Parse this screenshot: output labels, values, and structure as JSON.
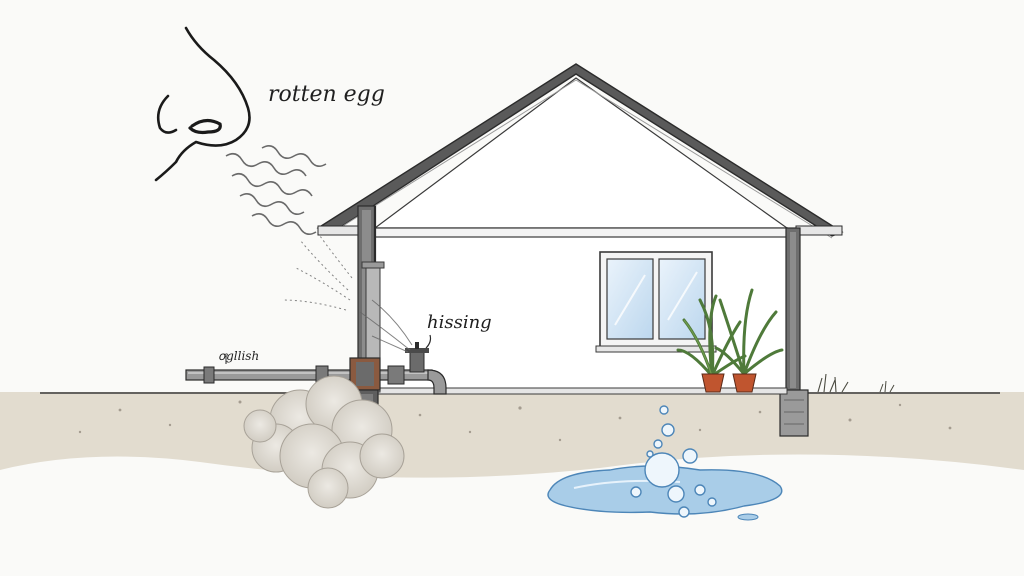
{
  "labels": {
    "smell": "rotten egg",
    "sound": "hissing",
    "pipe_note": "ꝍgllish"
  },
  "colors": {
    "ink": "#2b2b2b",
    "wall": "#ffffff",
    "soil": "#c9bfae",
    "water": "#a9cde8",
    "leaf": "#4f7a3a",
    "pot": "#c0552f",
    "cloud": "#d8d4cc"
  },
  "icons": [
    "nose-icon",
    "odor-waves-icon",
    "gas-cloud-icon",
    "water-puddle-icon",
    "bubble-icon",
    "potted-plant-icon",
    "valve-icon"
  ]
}
